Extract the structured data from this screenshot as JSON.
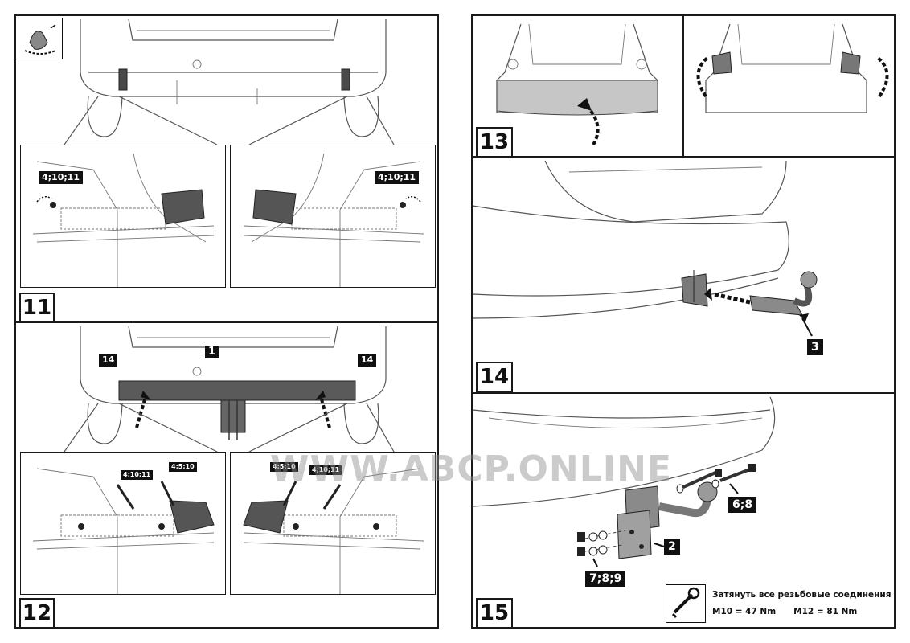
{
  "steps": {
    "s11": "11",
    "s12": "12",
    "s13": "13",
    "s14": "14",
    "s15": "15"
  },
  "labels": {
    "p11_left_bolt": "4;10;11",
    "p11_right_bolt": "4;10;11",
    "p12_part": "1",
    "p12_left_ref": "14",
    "p12_right_ref": "14",
    "p12_sub_left_a": "4;10;11",
    "p12_sub_left_b": "4;5;10",
    "p12_sub_right_a": "4;5;10",
    "p12_sub_right_b": "4;10;11",
    "p14_part": "3",
    "p15_bolts": "6;8",
    "p15_plate": "2",
    "p15_nuts": "7;8;9"
  },
  "watermark": "WWW.ABCP.ONLINE",
  "torque": {
    "icon": "wrench-icon",
    "title": "Затянуть все резьбовые соединения",
    "m10": "M10 = 47 Nm",
    "m12": "M12 = 81 Nm"
  }
}
